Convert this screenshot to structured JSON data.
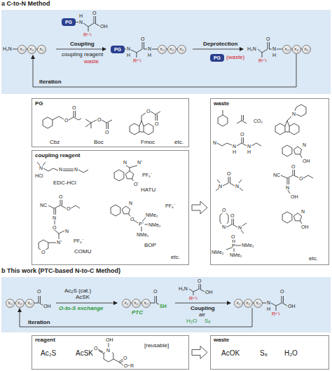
{
  "diagram": {
    "nodes": [
      {
        "text": [
          "a C-to-N Method",
          "Coupling",
          "coupling reagent",
          "waste",
          "Deprotection",
          "(waste)",
          "Iteration"
        ]
      },
      {
        "text": [
          "Xₙ"
        ],
        "in": 0
      },
      {
        "text": [
          "X₂"
        ],
        "in": 0
      },
      {
        "text": [
          "X₁"
        ],
        "in": 0
      },
      {
        "text": [
          "PG"
        ],
        "in": 0
      },
      {
        "text": [
          "PG"
        ],
        "in": 0
      },
      {
        "text": [
          "Xₙ"
        ],
        "in": 0
      },
      {
        "text": [
          "X₂"
        ],
        "in": 0
      },
      {
        "text": [
          "X₁"
        ],
        "in": 0
      },
      {
        "text": [
          "PG"
        ],
        "in": 0
      },
      {
        "text": [
          "Xₙ"
        ],
        "in": 0
      },
      {
        "text": [
          "X₂"
        ],
        "in": 0
      },
      {
        "text": [
          "X₁"
        ],
        "in": 0
      },
      {
        "text": [
          "PG",
          "Cbz",
          "Boc",
          "Fmoc",
          "etc."
        ]
      },
      {
        "text": [
          "coupling reagent",
          "EDC-HCl",
          "HATU",
          "COMU",
          "BOP",
          "etc."
        ]
      },
      {
        "text": [
          "waste",
          "etc."
        ]
      },
      {
        "text": [
          "b This work (PTC-based N-to-C Method)",
          "Ac₂S (cat.)",
          "AcSK",
          "O-to-S exchange",
          "PTC",
          "Coupling",
          "air",
          "H₂O",
          "S₈",
          "Iteration"
        ]
      },
      {
        "text": [
          "X₁"
        ],
        "in": 16
      },
      {
        "text": [
          "X₂"
        ],
        "in": 16
      },
      {
        "text": [
          "Xₙ"
        ],
        "in": 16
      },
      {
        "text": [
          "X₁"
        ],
        "in": 16
      },
      {
        "text": [
          "X₂"
        ],
        "in": 16
      },
      {
        "text": [
          "Xₙ"
        ],
        "in": 16
      },
      {
        "text": [
          "X₁"
        ],
        "in": 16
      },
      {
        "text": [
          "X₂"
        ],
        "in": 16
      },
      {
        "text": [
          "Xₙ"
        ],
        "in": 16
      },
      {
        "text": [
          "reagent",
          "Ac₂S",
          "AcSK",
          "[reusable]"
        ]
      },
      {
        "text": [
          "waste",
          "AcOK",
          "S₈",
          "H₂O"
        ]
      }
    ],
    "edges": [
      {
        "from": 14,
        "to": 15,
        "arrow": "to"
      },
      {
        "from": 26,
        "to": 27,
        "arrow": "to"
      }
    ],
    "labels": [
      "H₂N",
      "H",
      "N",
      "O",
      "OH",
      "Rⁿ⁺¹",
      "N",
      "H",
      "Rⁿ⁺¹",
      "O",
      "N",
      "H",
      "H₂N",
      "Rⁿ⁺¹",
      "O",
      "N",
      "H",
      "O",
      "OH",
      "O",
      "SH",
      "H₂N",
      "O",
      "OH",
      "Rⁿ⁺¹",
      "N",
      "H",
      "Rⁿ⁺¹",
      "O",
      "OH",
      "O",
      "O",
      "O",
      "O",
      "O",
      "O",
      "N",
      "HCl",
      "N",
      "N",
      "N",
      "N⁺",
      "O⁻",
      "PF₆⁻",
      "NC",
      "O",
      "O",
      "N",
      "O",
      "N",
      "N⁺",
      "O",
      "PF₆⁻",
      "N",
      "O",
      "P⁺",
      "NMe₂",
      "NMe₂",
      "NMe₂",
      "PF₆⁻",
      "CO₂",
      "N",
      "N",
      "N",
      "H",
      "O",
      "N",
      "H",
      "N",
      "OH",
      "N",
      "O",
      "N",
      "NC",
      "N",
      "OH",
      "O",
      "O",
      "O",
      "N",
      "O",
      "N",
      "N",
      "OH",
      "O",
      "P",
      "NMe₂",
      "NMe₂",
      "NMe₂",
      "N",
      "OH",
      "O",
      "O",
      "O",
      "R"
    ]
  }
}
